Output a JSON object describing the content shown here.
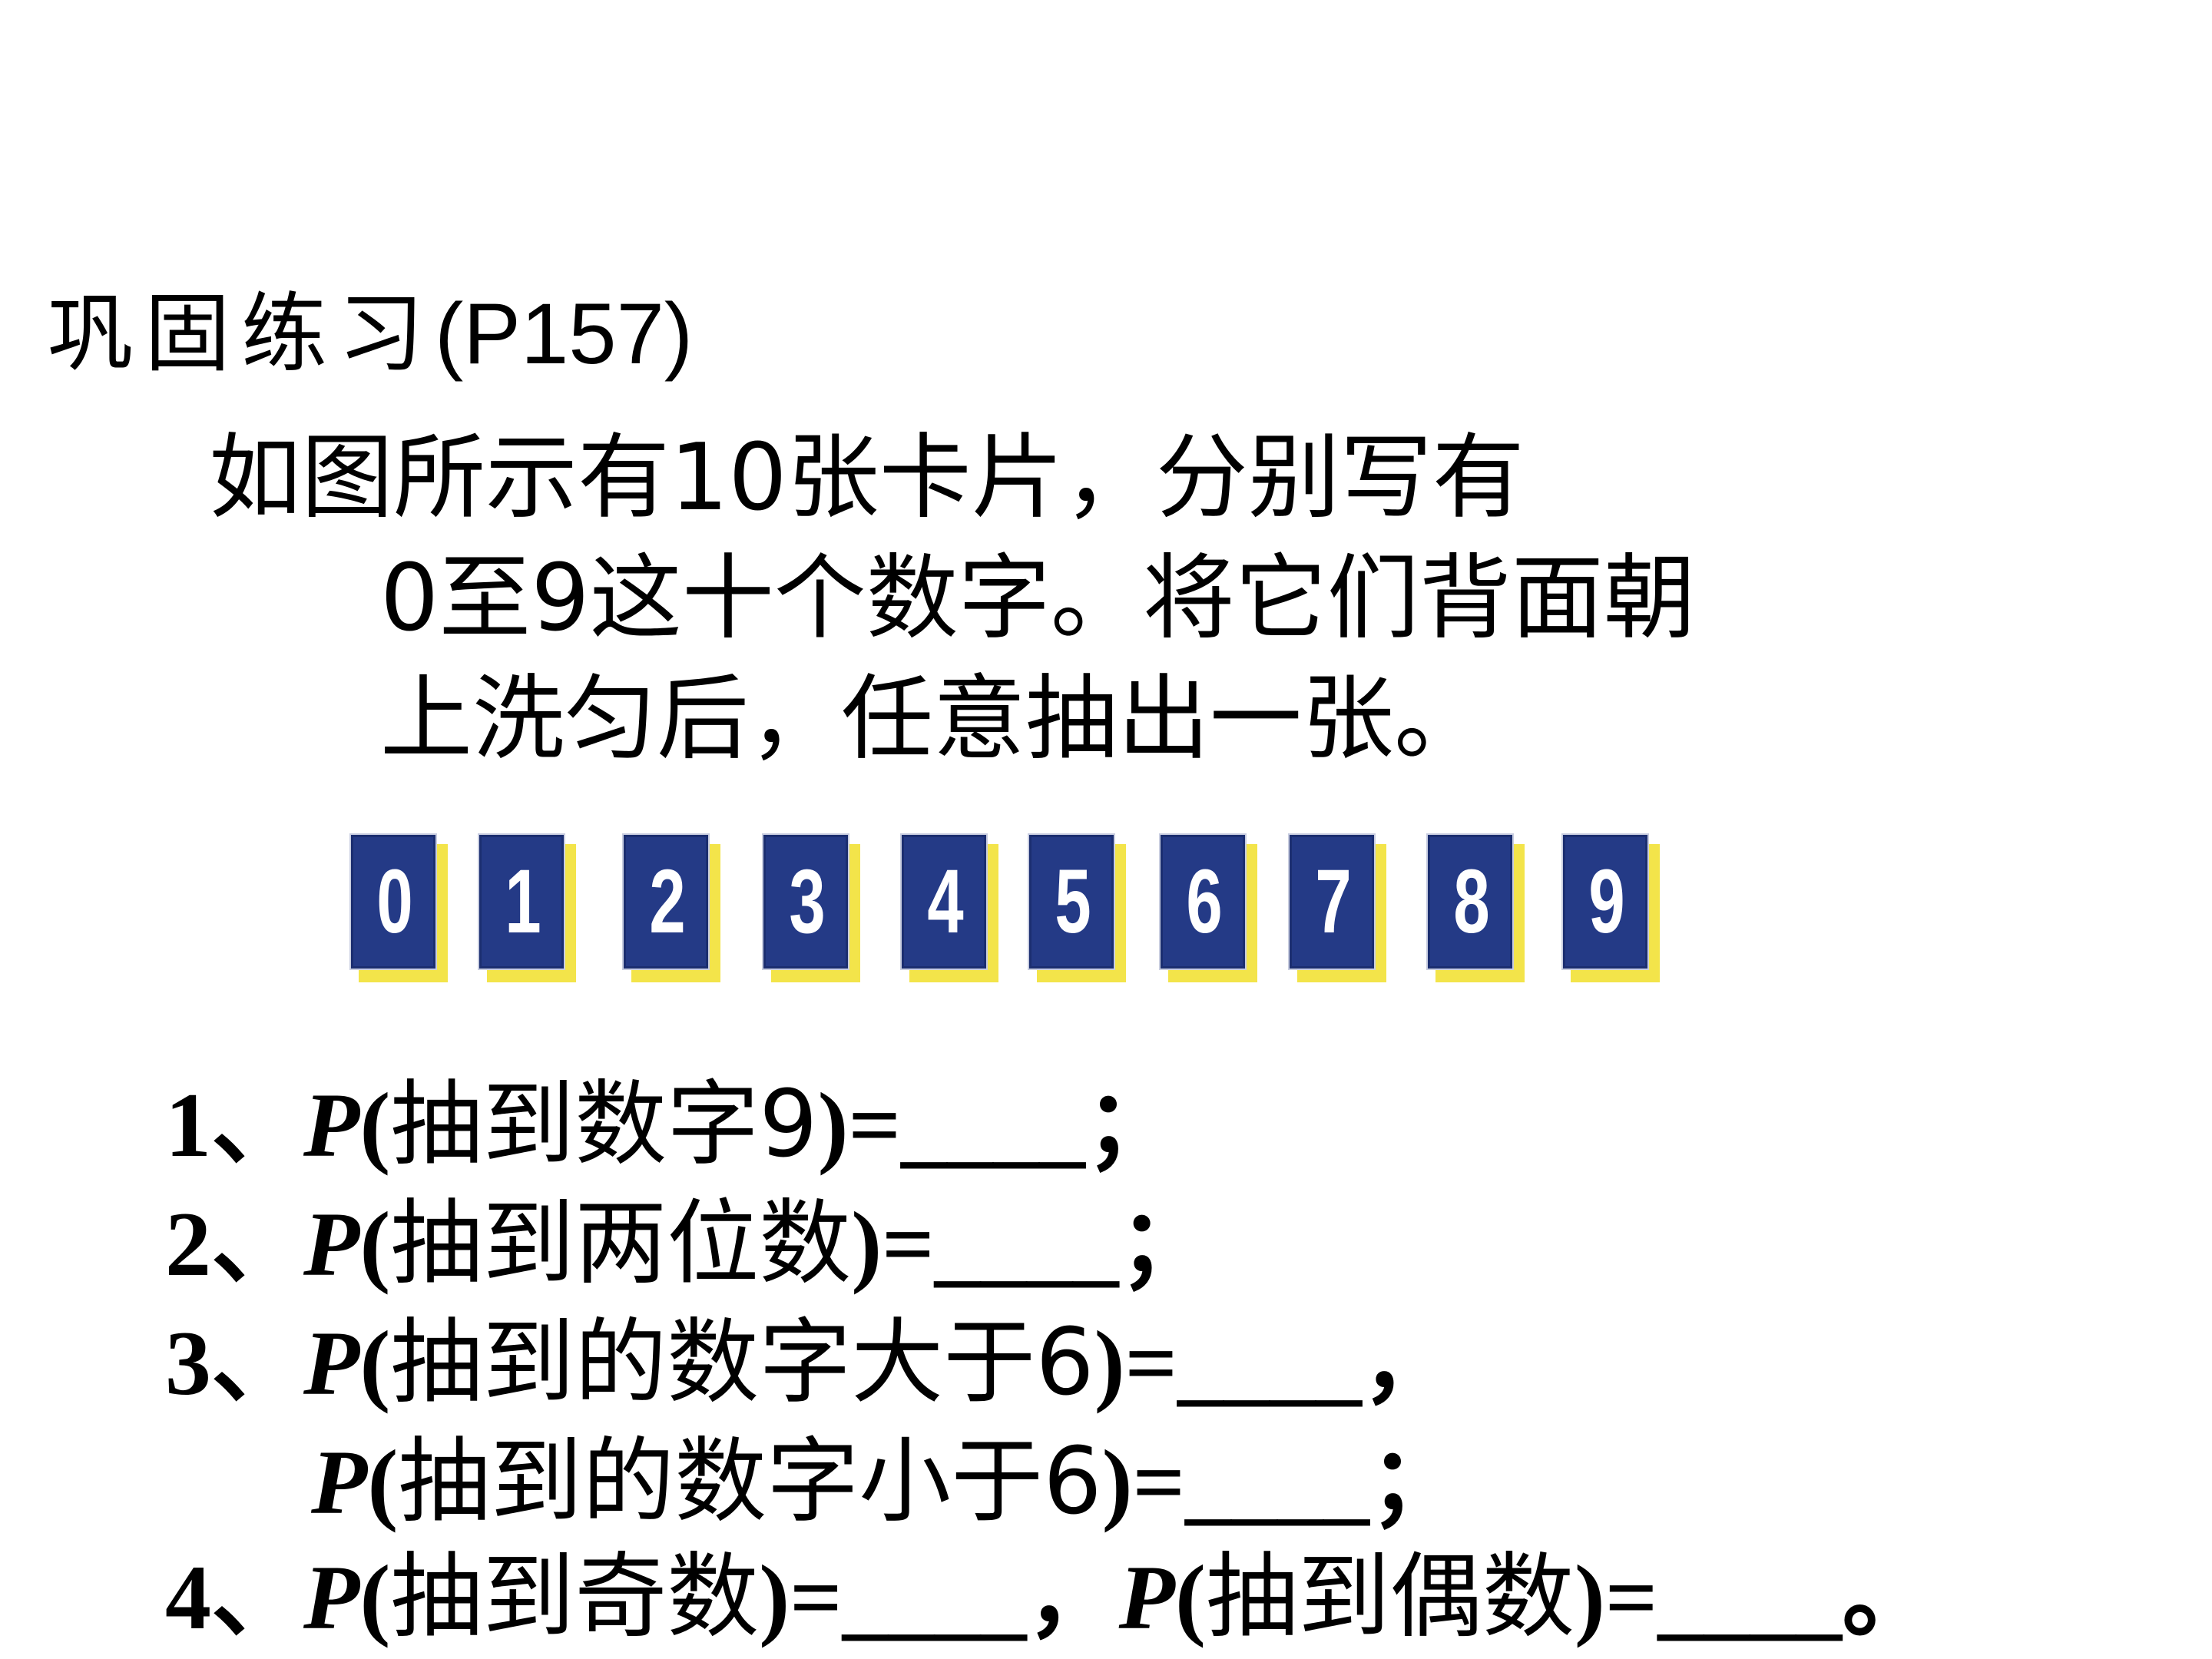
{
  "heading": {
    "title": "巩固练习",
    "page_ref": "(P157)"
  },
  "intro": {
    "line1": "如图所示有10张卡片，分别写有",
    "line2": "0至9这十个数字。将它们背面朝",
    "line3": "上洗匀后，任意抽出一张。"
  },
  "cards": {
    "digits": [
      "0",
      "1",
      "2",
      "3",
      "4",
      "5",
      "6",
      "7",
      "8",
      "9"
    ],
    "face_color": "#243a86",
    "shadow_color": "#f3e44a",
    "digit_color": "#ffffff"
  },
  "questions": {
    "q1": {
      "num": "1、",
      "p": "P",
      "open": "(",
      "text": "抽到数字9",
      "close": ")=",
      "blank": "____",
      "end": "；"
    },
    "q2": {
      "num": "2、",
      "p": "P",
      "open": "(",
      "text": "抽到两位数",
      "close": ")=",
      "blank": "____",
      "end": "；"
    },
    "q3a": {
      "num": "3、",
      "p": "P",
      "open": "(",
      "text": "抽到的数字大于6",
      "close": ")=",
      "blank": "____",
      "end": "，"
    },
    "q3b": {
      "p": "P",
      "open": "(",
      "text": "抽到的数字小于6",
      "close": ")=",
      "blank": "____",
      "end": "；"
    },
    "q4": {
      "num": "4、",
      "p1": "P",
      "open1": "(",
      "text1": "抽到奇数",
      "close1": ")=",
      "blank1": "____",
      "sep": "，",
      "p2": "P",
      "open2": "(",
      "text2": "抽到偶数",
      "close2": ")=",
      "blank2": "____",
      "end": "。"
    }
  }
}
